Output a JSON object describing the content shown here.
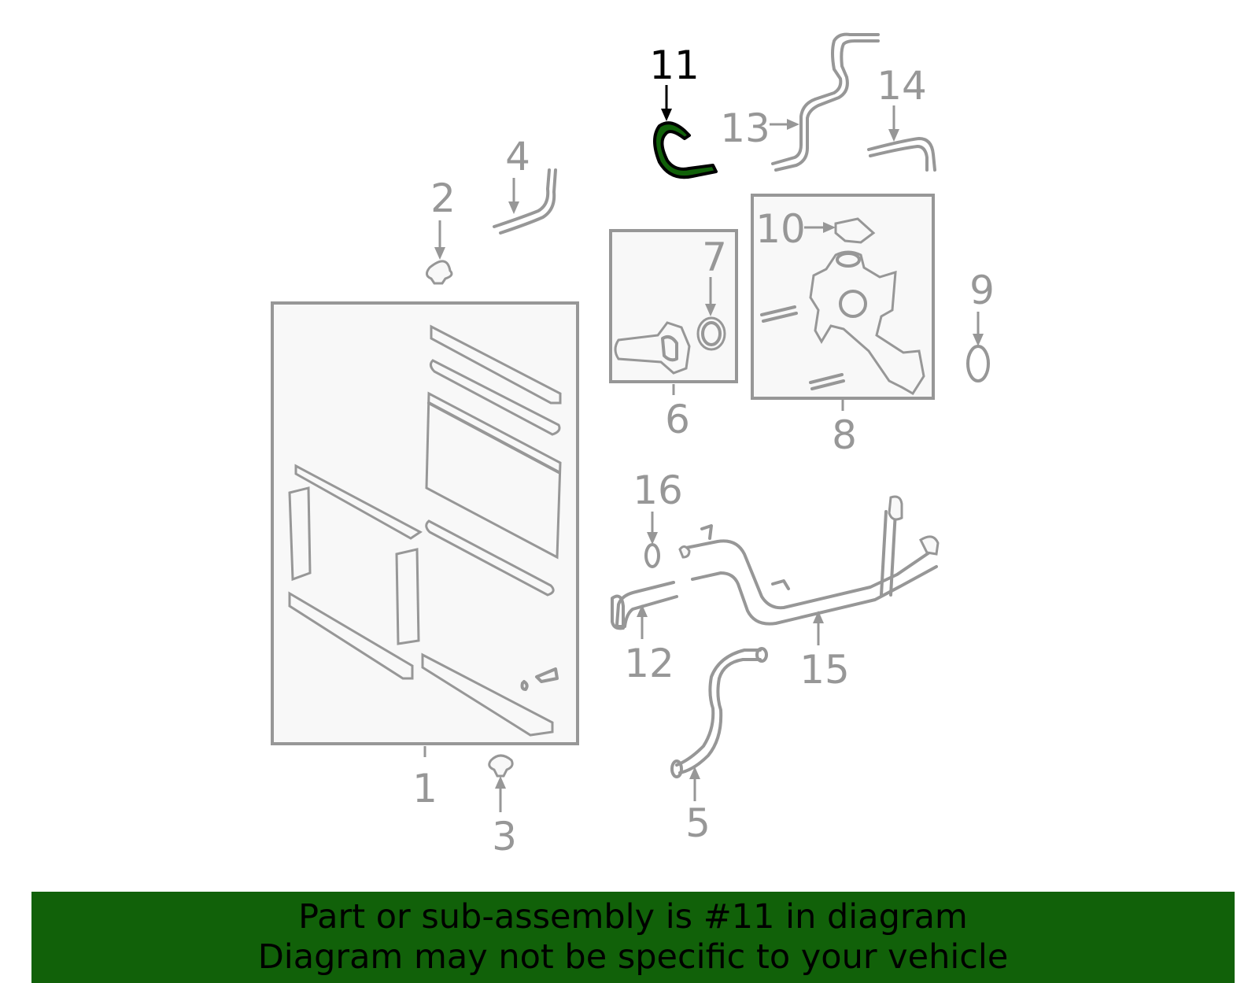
{
  "colors": {
    "line": "#979797",
    "highlight_fill": "#116109",
    "banner_bg": "#116109",
    "banner_text": "#000000"
  },
  "callouts": [
    "1",
    "2",
    "3",
    "4",
    "5",
    "6",
    "7",
    "8",
    "9",
    "10",
    "11",
    "12",
    "13",
    "14",
    "15",
    "16"
  ],
  "highlighted_part": "11",
  "banner": {
    "line1": "Part or sub-assembly is #11 in diagram",
    "line2": "Diagram may not be specific to your vehicle"
  }
}
